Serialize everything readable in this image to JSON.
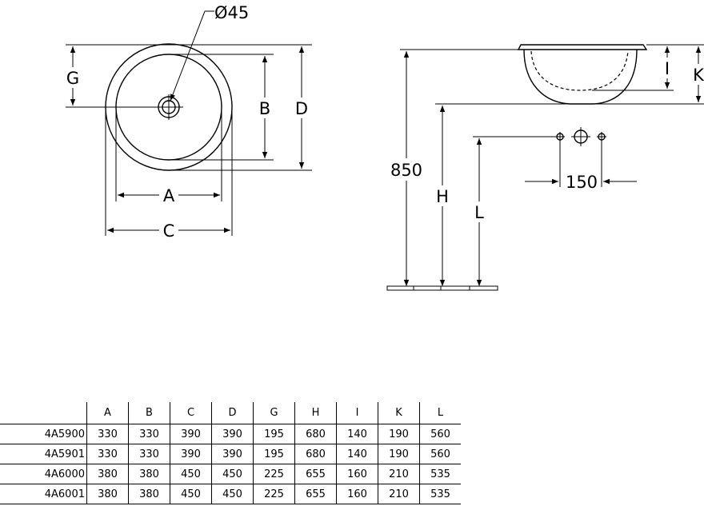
{
  "drawing": {
    "diameter_label": "Ø45",
    "top_view": {
      "label_g": "G",
      "label_b": "B",
      "label_d": "D",
      "label_a": "A",
      "label_c": "C"
    },
    "side_view": {
      "label_i": "I",
      "label_k": "K",
      "label_850": "850",
      "label_h": "H",
      "label_l": "L",
      "label_150": "150"
    }
  },
  "table": {
    "columns": [
      "A",
      "B",
      "C",
      "D",
      "G",
      "H",
      "I",
      "K",
      "L"
    ],
    "rows": [
      {
        "model": "4A5900",
        "values": [
          "330",
          "330",
          "390",
          "390",
          "195",
          "680",
          "140",
          "190",
          "560"
        ]
      },
      {
        "model": "4A5901",
        "values": [
          "330",
          "330",
          "390",
          "390",
          "195",
          "680",
          "140",
          "190",
          "560"
        ]
      },
      {
        "model": "4A6000",
        "values": [
          "380",
          "380",
          "450",
          "450",
          "225",
          "655",
          "160",
          "210",
          "535"
        ]
      },
      {
        "model": "4A6001",
        "values": [
          "380",
          "380",
          "450",
          "450",
          "225",
          "655",
          "160",
          "210",
          "535"
        ]
      }
    ]
  }
}
